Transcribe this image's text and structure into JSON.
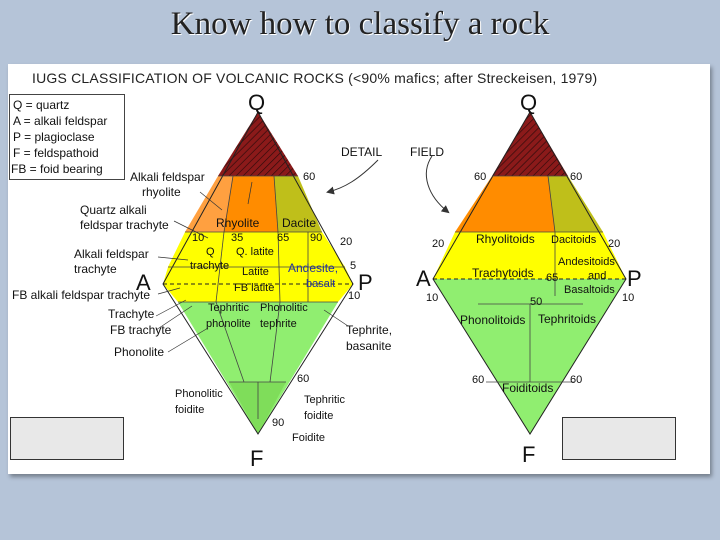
{
  "slide_title": "Know how to classify a rock",
  "figure_title": "IUGS CLASSIFICATION OF VOLCANIC  ROCKS (<90% mafics; after Streckeisen, 1979)",
  "legend": [
    "Q  = quartz",
    "A  = alkali feldspar",
    "P  = plagioclase",
    "F  = feldspathoid",
    "FB = foid bearing"
  ],
  "colors": {
    "quartz_rich": "#8b1a1a",
    "rhyolite_alkali": "#ffa040",
    "rhyolite_dacite": "#ff8c00",
    "dacite": "#bfbf1a",
    "trachyte_andesite_band": "#ffff00",
    "lower_diamond": "#90ee70",
    "foidite": "#7fdd5a"
  },
  "detail": {
    "heading": "DETAIL",
    "apex_top": "Q",
    "apex_left": "A",
    "apex_right": "P",
    "apex_bottom": "F",
    "ticks": {
      "q60": "60",
      "q20": "20",
      "q5": "5",
      "a10": "10",
      "a35": "35",
      "a65": "65",
      "a90": "90",
      "p10": "10",
      "f60": "60",
      "f90": "90"
    },
    "field_labels": {
      "rhyolite": "Rhyolite",
      "dacite": "Dacite",
      "q_trachyte_1": "Q",
      "q_trachyte_2": "trachyte",
      "q_latite": "Q. latite",
      "latite": "Latite",
      "andesite": "Andesite,",
      "basalt": "basalt",
      "fb_latite": "FB latite",
      "tephritic_phonolite_1": "Tephritic",
      "tephritic_phonolite_2": "phonolite",
      "phonolitic_tephrite_1": "Phonolitic",
      "phonolitic_tephrite_2": "tephrite",
      "phonolitic_foidite_1": "Phonolitic",
      "phonolitic_foidite_2": "foidite",
      "tephritic_foidite_1": "Tephritic",
      "tephritic_foidite_2": "foidite",
      "foidite": "Foidite"
    },
    "callouts": {
      "alkali_rhyolite_1": "Alkali feldspar",
      "alkali_rhyolite_2": "rhyolite",
      "quartz_alkali_trachyte_1": "Quartz alkali",
      "quartz_alkali_trachyte_2": "feldspar trachyte",
      "alkali_trachyte_1": "Alkali feldspar",
      "alkali_trachyte_2": "trachyte",
      "fb_alkali_trachyte": "FB alkali feldspar trachyte",
      "trachyte": "Trachyte",
      "fb_trachyte": "FB trachyte",
      "phonolite": "Phonolite",
      "tephrite_1": "Tephrite,",
      "tephrite_2": "basanite"
    }
  },
  "field": {
    "heading": "FIELD",
    "apex_top": "Q",
    "apex_left": "A",
    "apex_right": "P",
    "apex_bottom": "F",
    "ticks": {
      "q60_left": "60",
      "q60_right": "60",
      "q20_left": "20",
      "q20_right": "20",
      "a10": "10",
      "p10": "10",
      "m50": "50",
      "m65": "65",
      "f60_left": "60",
      "f60_right": "60"
    },
    "field_labels": {
      "rhyolitoids": "Rhyolitoids",
      "dacitoids": "Dacitoids",
      "trachytoids": "Trachytoids",
      "andesitoids_1": "Andesitoids",
      "andesitoids_2": "and",
      "andesitoids_3": "Basaltoids",
      "phonolitoids": "Phonolitoids",
      "tephritoids": "Tephritoids",
      "foiditoids": "Foiditoids"
    }
  }
}
